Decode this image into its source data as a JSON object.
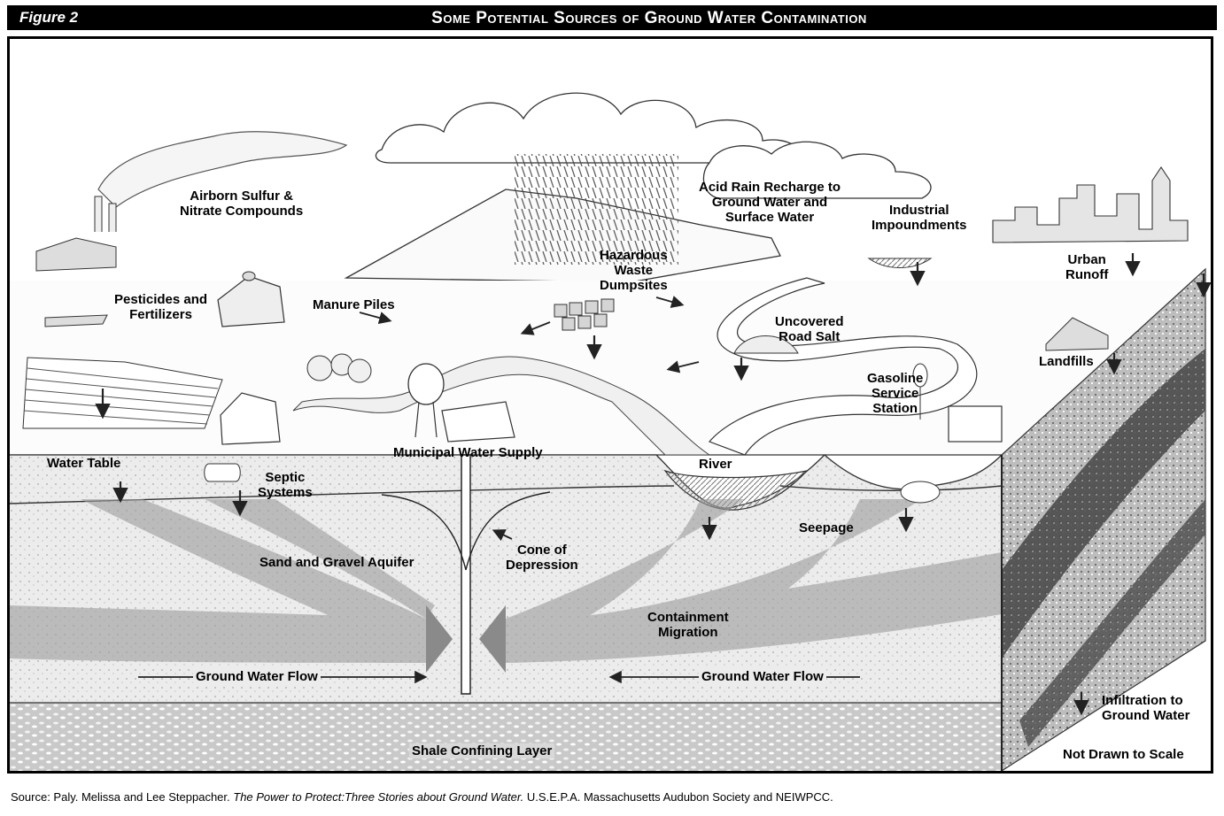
{
  "header": {
    "figure_number": "Figure 2",
    "title": "Some Potential Sources of Ground Water Contamination"
  },
  "labels": {
    "airborn_sulfur": "Airborn Sulfur &",
    "airborn_sulfur_2": "Nitrate Compounds",
    "acid_rain": "Acid Rain Recharge to",
    "acid_rain_2": "Ground Water and",
    "acid_rain_3": "Surface Water",
    "industrial": "Industrial",
    "industrial_2": "Impoundments",
    "urban": "Urban",
    "urban_2": "Runoff",
    "hazardous": "Hazardous",
    "hazardous_2": "Waste",
    "hazardous_3": "Dumpsites",
    "pesticides": "Pesticides and",
    "pesticides_2": "Fertilizers",
    "manure": "Manure Piles",
    "road_salt": "Uncovered",
    "road_salt_2": "Road Salt",
    "landfills": "Landfills",
    "gasoline": "Gasoline",
    "gasoline_2": "Service",
    "gasoline_3": "Station",
    "municipal": "Municipal Water Supply",
    "water_table": "Water Table",
    "septic": "Septic",
    "septic_2": "Systems",
    "river": "River",
    "seepage": "Seepage",
    "aquifer": "Sand and Gravel Aquifer",
    "cone": "Cone of",
    "cone_2": "Depression",
    "containment": "Containment",
    "containment_2": "Migration",
    "gw_flow_left": "Ground Water Flow",
    "gw_flow_right": "Ground Water Flow",
    "infiltration": "Infiltration to",
    "infiltration_2": "Ground Water",
    "shale": "Shale Confining Layer",
    "not_to_scale": "Not Drawn to Scale"
  },
  "source": {
    "prefix": "Source: Paly. Melissa and Lee Steppacher. ",
    "book": "The Power to Protect:Three Stories about Ground Water.",
    "suffix": " U.S.E.P.A. Massachusetts Audubon Society and NEIWPCC."
  }
}
